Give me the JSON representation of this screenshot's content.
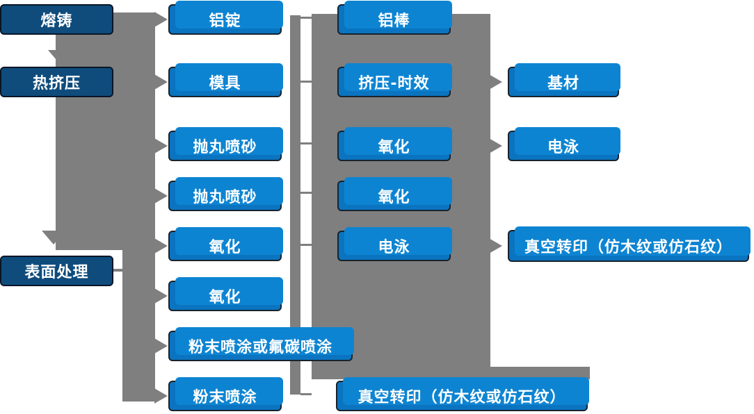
{
  "columns": {
    "stage1": [
      "熔铸",
      "热挤压",
      "表面处理"
    ],
    "stage2": [
      "铝锭",
      "模具",
      "抛丸喷砂",
      "抛丸喷砂",
      "氧化",
      "氧化",
      "粉末喷涂或氟碳喷涂",
      "粉末喷涂"
    ],
    "stage3": [
      "铝棒",
      "挤压-时效",
      "氧化",
      "氧化",
      "电泳",
      "真空转印（仿木纹或仿石纹）"
    ],
    "stage4": [
      "基材",
      "电泳",
      "真空转印（仿木纹或仿石纹）"
    ]
  },
  "colors": {
    "dark_box": "#0f4c7c",
    "light_box": "#0a74c0",
    "box_highlight": "#0d84d2",
    "box_border": "#18222c",
    "connector": "#7f7f7f",
    "text": "#ffffff",
    "background": "#ffffff"
  }
}
